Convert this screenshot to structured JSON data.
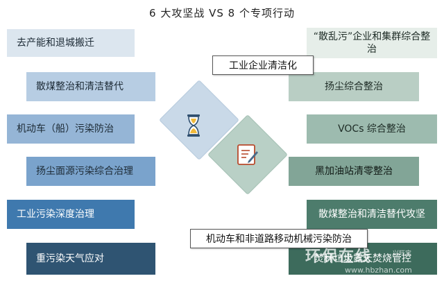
{
  "title": "6 大攻坚战 VS 8 个专项行动",
  "left_items": [
    "去产能和退城搬迁",
    "散煤整治和清洁替代",
    "机动车（船）污染防治",
    "扬尘面源污染综合治理",
    "工业污染深度治理",
    "重污染天气应对"
  ],
  "right_items": [
    "“散乱污”企业和集群综合整治",
    "扬尘综合整治",
    "VOCs 综合整治",
    "黑加油站清零整治",
    "散煤整治和清洁替代攻坚",
    "焚秆垃圾露天焚烧管控"
  ],
  "tooltips": {
    "top": "工业企业清洁化",
    "bottom": "机动车和非道路移动机械污染防治"
  },
  "icons": {
    "left": "hourglass-icon",
    "right": "document-edit-icon"
  },
  "watermark": {
    "brand": "环保在线",
    "url": "www.hbzhan.com",
    "tag": "兴旺宝"
  },
  "colors": {
    "left": [
      "#dce6ef",
      "#b7cde3",
      "#95b5d6",
      "#7aa3cc",
      "#3f79ae",
      "#2f5472"
    ],
    "right": [
      "#e6eee9",
      "#b9cec4",
      "#9dbbaf",
      "#82a597",
      "#4d7c6c",
      "#3d6b5c"
    ],
    "diamond_left": "#c9d9e8",
    "diamond_right": "#b9d0c6"
  }
}
